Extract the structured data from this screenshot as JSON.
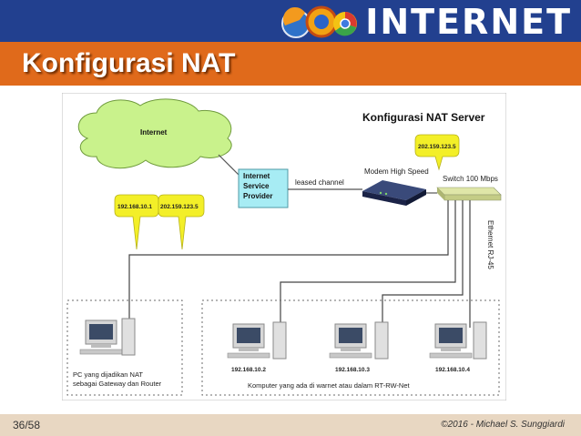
{
  "header": {
    "brand": "INTERNET",
    "slide_title": "Konfigurasi NAT"
  },
  "diagram": {
    "title": "Konfigurasi NAT Server",
    "internet_label": "Internet",
    "isp_line1": "Internet",
    "isp_line2": "Service",
    "isp_line3": "Provider",
    "leased_label": "leased channel",
    "modem_label": "Modem High Speed",
    "modem_ip": "202.159.123.5",
    "switch_label": "Switch 100 Mbps",
    "ethernet_label": "Ethernet RJ-45",
    "bubble_local_ip": "192.168.10.1",
    "bubble_public_ip": "202.159.123.5",
    "pc_ip_1": "192.168.10.2",
    "pc_ip_2": "192.168.10.3",
    "pc_ip_3": "192.168.10.4",
    "gateway_caption_1": "PC yang dijadikan NAT",
    "gateway_caption_2": "sebagai Gateway dan Router",
    "clients_caption": "Komputer yang ada di warnet atau dalam RT-RW-Net"
  },
  "footer": {
    "page": "36/58",
    "credit": "©2016 - Michael S. Sunggiardi"
  },
  "colors": {
    "header_blue": "#22408f",
    "title_orange": "#e06a1b",
    "cloud_green": "#c9f28c",
    "bubble_yellow": "#f3ef28",
    "isp_cyan": "#a7ecf4"
  }
}
